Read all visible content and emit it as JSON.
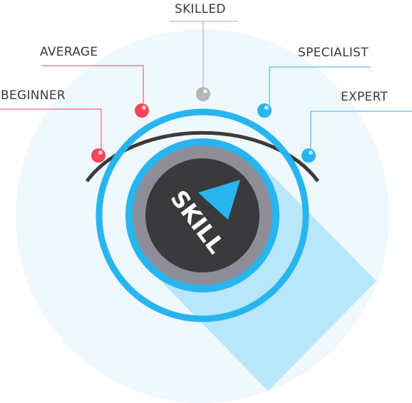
{
  "levels": [
    {
      "label": "BEGINNER",
      "color": "#f2455b"
    },
    {
      "label": "AVERAGE",
      "color": "#f2455b"
    },
    {
      "label": "SKILLED",
      "color": "#aaaaaa"
    },
    {
      "label": "SPECIALIST",
      "color": "#27b5f0"
    },
    {
      "label": "EXPERT",
      "color": "#27b5f0"
    }
  ],
  "knob": {
    "label": "SKILL",
    "pointer_icon": "triangle-pointer-icon"
  },
  "colors": {
    "background_circle": "#eef8fd",
    "shadow": "#b8e6fb",
    "accent_blue": "#27b5f0",
    "arc_dark": "#3a3a3c",
    "knob_gray": "#8e8e98",
    "knob_dark": "#3a3a3c"
  }
}
